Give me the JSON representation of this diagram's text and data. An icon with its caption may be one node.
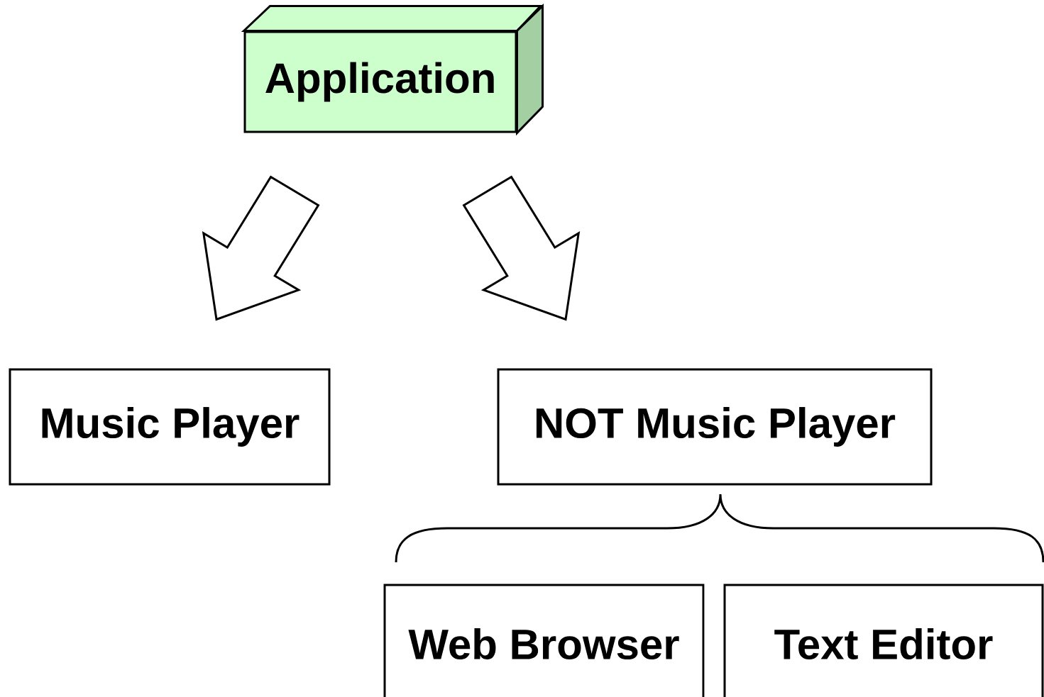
{
  "diagram": {
    "nodes": [
      {
        "text": [
          "Application"
        ]
      },
      {
        "text": [
          "Music Player"
        ]
      },
      {
        "text": [
          "NOT Music Player"
        ]
      },
      {
        "text": [
          "Web Browser"
        ]
      },
      {
        "text": [
          "Text Editor"
        ]
      }
    ],
    "edges": [
      {
        "from": 0,
        "to": 1,
        "arrow": "to"
      },
      {
        "from": 0,
        "to": 2,
        "arrow": "to"
      }
    ]
  }
}
